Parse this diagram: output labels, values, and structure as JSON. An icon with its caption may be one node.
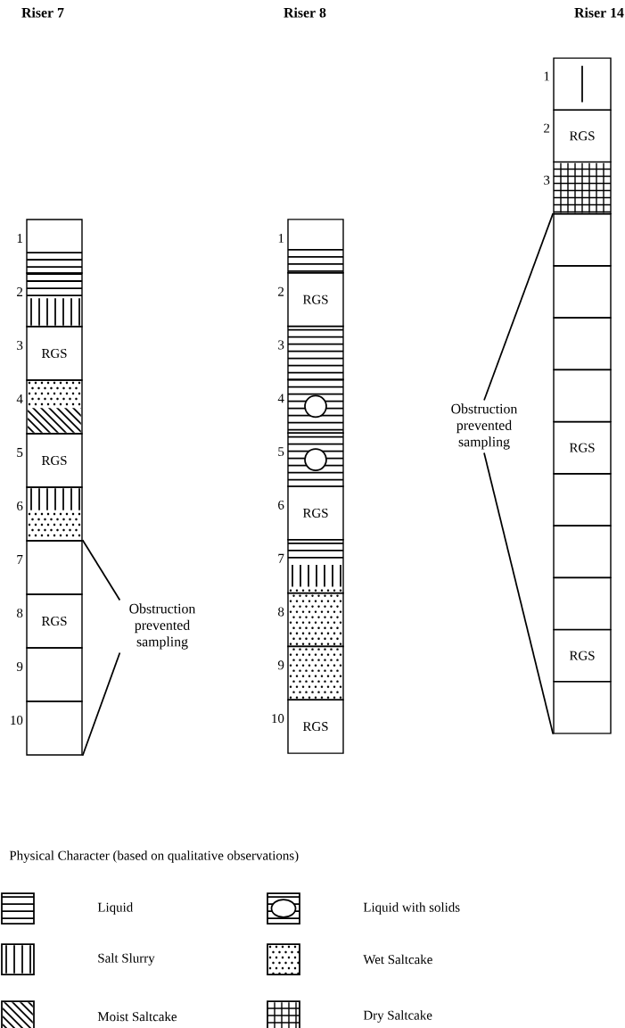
{
  "diagram": {
    "nodes": [
      {
        "text": [],
        "shape": "box",
        "beside": [
          "1"
        ]
      },
      {
        "text": [],
        "shape": "box",
        "beside": [
          "2"
        ]
      },
      {
        "text": [
          "RGS"
        ],
        "beside": [
          "3"
        ]
      },
      {
        "text": [],
        "shape": "box",
        "beside": [
          "4"
        ]
      },
      {
        "text": [
          "RGS"
        ],
        "beside": [
          "5"
        ]
      },
      {
        "text": [],
        "shape": "box",
        "beside": [
          "6"
        ]
      },
      {
        "text": [],
        "shape": "box",
        "beside": [
          "7"
        ]
      },
      {
        "text": [
          "RGS"
        ],
        "beside": [
          "8"
        ]
      },
      {
        "text": [],
        "shape": "box",
        "beside": [
          "9"
        ]
      },
      {
        "text": [],
        "shape": "box",
        "beside": [
          "10"
        ]
      },
      {
        "text": [
          "Obstruction prevented sampling"
        ]
      },
      {
        "text": [],
        "shape": "box",
        "beside": [
          "1"
        ]
      },
      {
        "text": [
          "RGS"
        ],
        "beside": [
          "2"
        ]
      },
      {
        "text": [],
        "shape": "box",
        "beside": [
          "3"
        ]
      },
      {
        "text": [],
        "shape": "box",
        "beside": [
          "4"
        ]
      },
      {
        "text": [],
        "shape": "box",
        "beside": [
          "5"
        ]
      },
      {
        "text": [
          "RGS"
        ],
        "beside": [
          "6"
        ]
      },
      {
        "text": [],
        "shape": "box",
        "beside": [
          "7"
        ]
      },
      {
        "text": [],
        "shape": "box",
        "beside": [
          "8"
        ]
      },
      {
        "text": [],
        "shape": "box",
        "beside": [
          "9"
        ]
      },
      {
        "text": [
          "RGS"
        ],
        "beside": [
          "10"
        ]
      },
      {
        "text": [],
        "shape": "box",
        "beside": [
          "1"
        ]
      },
      {
        "text": [
          "RGS"
        ],
        "beside": [
          "2"
        ]
      },
      {
        "text": [],
        "shape": "box",
        "beside": [
          "3"
        ]
      },
      {
        "text": [],
        "shape": "box"
      },
      {
        "text": [],
        "shape": "box"
      },
      {
        "text": [],
        "shape": "box"
      },
      {
        "text": [],
        "shape": "box"
      },
      {
        "text": [
          "RGS"
        ]
      },
      {
        "text": [],
        "shape": "box"
      },
      {
        "text": [],
        "shape": "box"
      },
      {
        "text": [],
        "shape": "box"
      },
      {
        "text": [
          "RGS"
        ]
      },
      {
        "text": [],
        "shape": "box"
      },
      {
        "text": [
          "Obstruction prevented sampling"
        ]
      }
    ],
    "edges": [
      {
        "from": 10,
        "to": 6,
        "arrow": "none"
      },
      {
        "from": 10,
        "to": 9,
        "arrow": "none"
      },
      {
        "from": 34,
        "to": 24,
        "arrow": "none"
      },
      {
        "from": 34,
        "to": 33,
        "arrow": "none"
      }
    ],
    "labels": [
      "Riser 7",
      "Riser 8",
      "Riser 14",
      "Physical Character (based on qualitative observations)"
    ],
    "legend": [
      {
        "text": "Liquid"
      },
      {
        "text": "Liquid with solids"
      },
      {
        "text": "Salt Slurry"
      },
      {
        "text": "Wet Saltcake"
      },
      {
        "text": "Moist Saltcake"
      },
      {
        "text": "Dry Saltcake"
      }
    ]
  }
}
